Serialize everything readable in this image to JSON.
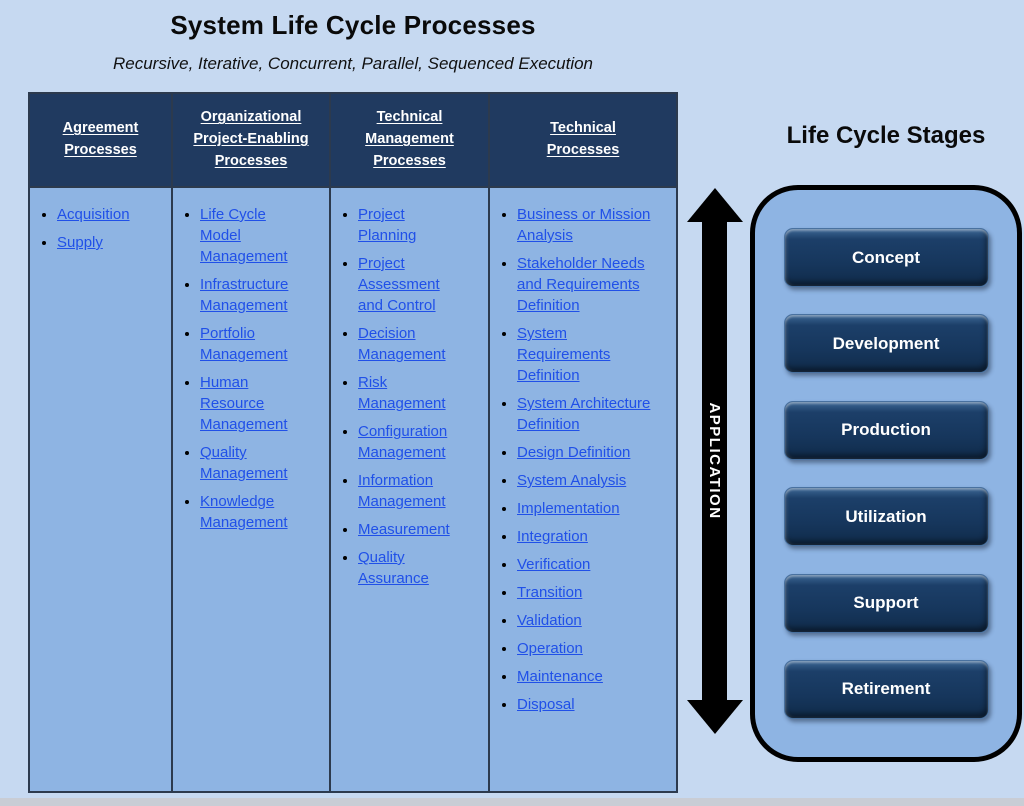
{
  "page": {
    "title": "System Life Cycle Processes",
    "subtitle": "Recursive, Iterative, Concurrent, Parallel, Sequenced Execution"
  },
  "colors": {
    "page_bg": "#c6d9f1",
    "table_header_bg": "#203a60",
    "table_body_bg": "#8eb4e3",
    "link": "#2050e8",
    "arrow": "#000000",
    "stage_button": "#17375e",
    "stages_panel_bg": "#8eb4e3"
  },
  "process_table": {
    "columns": [
      {
        "header": "Agreement Processes",
        "items": [
          "Acquisition",
          "Supply"
        ]
      },
      {
        "header": "Organizational Project-Enabling Processes",
        "items": [
          "Life Cycle Model Management",
          "Infrastructure Management",
          "Portfolio Management",
          "Human Resource Management",
          "Quality Management",
          "Knowledge Management"
        ]
      },
      {
        "header": "Technical Management Processes",
        "items": [
          "Project Planning",
          "Project Assessment and Control",
          "Decision Management",
          "Risk Management",
          "Configuration Management",
          "Information Management",
          "Measurement",
          "Quality Assurance"
        ]
      },
      {
        "header": "Technical Processes",
        "items": [
          "Business or Mission Analysis",
          "Stakeholder Needs and Requirements Definition",
          "System Requirements Definition",
          "System Architecture Definition",
          "Design Definition",
          "System Analysis",
          "Implementation",
          "Integration",
          "Verification",
          "Transition",
          "Validation",
          "Operation",
          "Maintenance",
          "Disposal"
        ]
      }
    ]
  },
  "application_arrow": {
    "label": "APPLICATION"
  },
  "life_cycle_stages": {
    "title": "Life Cycle Stages",
    "stages": [
      "Concept",
      "Development",
      "Production",
      "Utilization",
      "Support",
      "Retirement"
    ]
  }
}
